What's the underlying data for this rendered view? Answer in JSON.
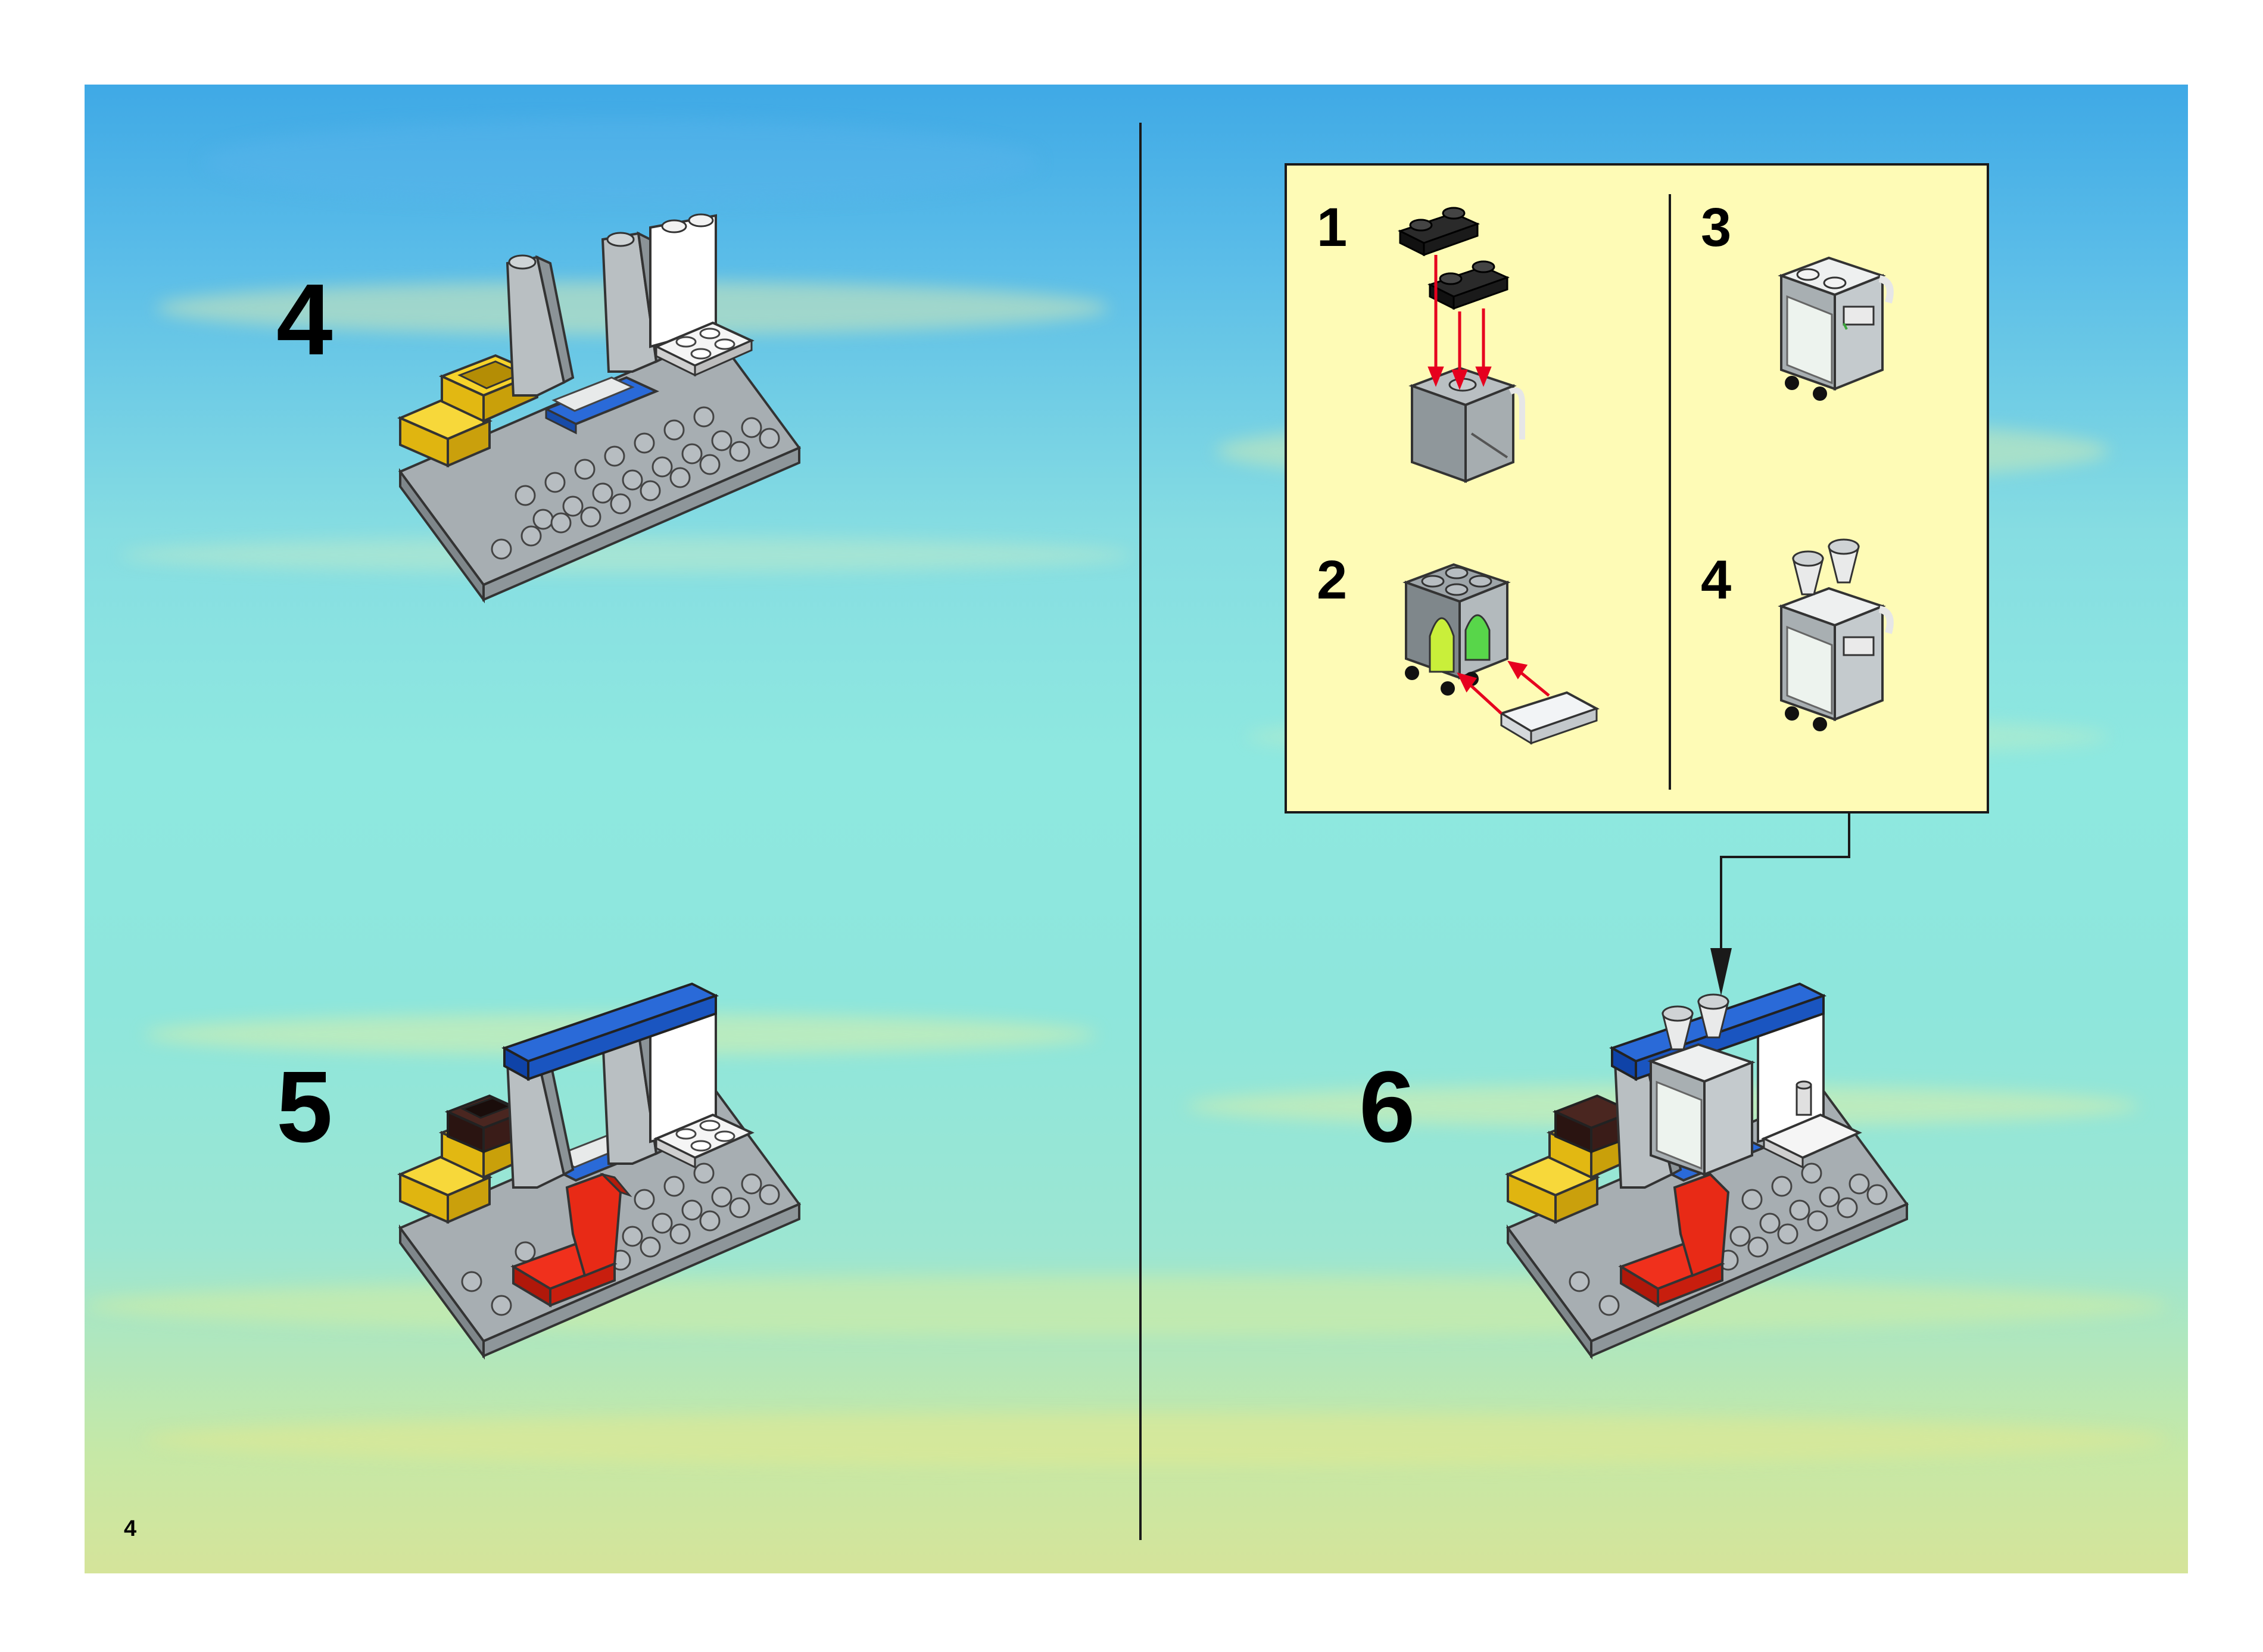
{
  "page_number": "4",
  "steps": {
    "s4": "4",
    "s5": "5",
    "s6": "6"
  },
  "callout": {
    "sub1": "1",
    "sub2": "2",
    "sub3": "3",
    "sub4": "4"
  },
  "colors": {
    "background_top": "#3fa9e6",
    "background_bottom": "#d5e49a",
    "callout_fill": "#fefbb6",
    "brick_gray": "#9aa1a5",
    "brick_yellow": "#f2cd1f",
    "brick_blue": "#1a5fd0",
    "brick_red": "#e42313",
    "arrow_red": "#e6001e"
  }
}
